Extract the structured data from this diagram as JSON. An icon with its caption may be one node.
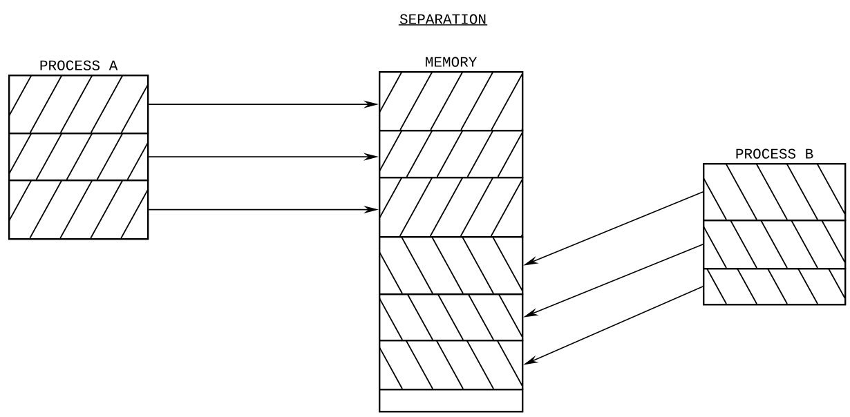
{
  "diagram": {
    "title": "SEPARATION",
    "nodes": [
      {
        "text": [
          "PROCESS A"
        ]
      },
      {
        "text": [],
        "shape": "box",
        "in": 0
      },
      {
        "text": [],
        "shape": "box",
        "in": 0
      },
      {
        "text": [],
        "shape": "box",
        "in": 0
      },
      {
        "text": [
          "MEMORY"
        ]
      },
      {
        "text": [],
        "shape": "box",
        "in": 4
      },
      {
        "text": [],
        "shape": "box",
        "in": 4
      },
      {
        "text": [],
        "shape": "box",
        "in": 4
      },
      {
        "text": [],
        "shape": "box",
        "in": 4
      },
      {
        "text": [],
        "shape": "box",
        "in": 4
      },
      {
        "text": [],
        "shape": "box",
        "in": 4
      },
      {
        "text": [],
        "shape": "box",
        "in": 4
      },
      {
        "text": [
          "PROCESS B"
        ]
      },
      {
        "text": [],
        "shape": "box",
        "in": 12
      },
      {
        "text": [],
        "shape": "box",
        "in": 12
      },
      {
        "text": [],
        "shape": "box",
        "in": 12
      }
    ],
    "edges": [
      {
        "from": 1,
        "to": 5,
        "arrow": "to"
      },
      {
        "from": 2,
        "to": 6,
        "arrow": "to"
      },
      {
        "from": 3,
        "to": 7,
        "arrow": "to"
      },
      {
        "from": 13,
        "to": 8,
        "arrow": "to"
      },
      {
        "from": 14,
        "to": 9,
        "arrow": "to"
      },
      {
        "from": 15,
        "to": 10,
        "arrow": "to"
      }
    ]
  }
}
